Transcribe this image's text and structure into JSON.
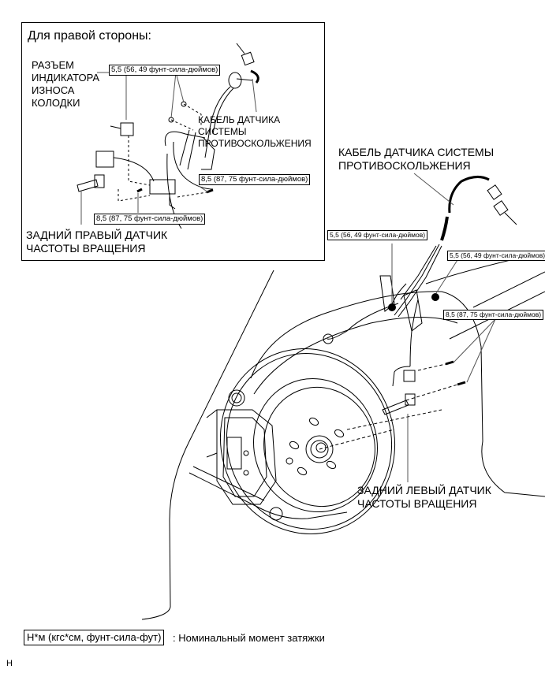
{
  "inset": {
    "title": "Для правой стороны:",
    "connector_label": [
      "РАЗЪЕМ",
      "ИНДИКАТОРА",
      "ИЗНОСА",
      "КОЛОДКИ"
    ],
    "cable_label": [
      "КАБЕЛЬ ДАТЧИКА",
      "СИСТЕМЫ",
      "ПРОТИВОСКОЛЬЖЕНИЯ"
    ],
    "sensor_label": [
      "ЗАДНИЙ ПРАВЫЙ ДАТЧИК",
      "ЧАСТОТЫ ВРАЩЕНИЯ"
    ],
    "torque_top": "5,5 (56, 49 фунт-сила-дюймов)",
    "torque_right": "8,5 (87, 75 фунт-сила-дюймов)",
    "torque_bottom": "8,5 (87, 75 фунт-сила-дюймов)"
  },
  "main": {
    "cable_label": [
      "КАБЕЛЬ ДАТЧИКА СИСТЕМЫ",
      "ПРОТИВОСКОЛЬЖЕНИЯ"
    ],
    "sensor_label": [
      "ЗАДНИЙ ЛЕВЫЙ ДАТЧИК",
      "ЧАСТОТЫ ВРАЩЕНИЯ"
    ],
    "torque_left": "5,5 (56, 49 фунт-сила-дюймов)",
    "torque_right_upper": "5,5 (56, 49 фунт-сила-дюймов)",
    "torque_right_lower": "8,5 (87, 75 фунт-сила-дюймов)"
  },
  "legend": {
    "unit_box": "Н*м (кгс*см, фунт-сила-фут)",
    "description": ": Номинальный момент затяжки"
  },
  "figure_code": "H"
}
